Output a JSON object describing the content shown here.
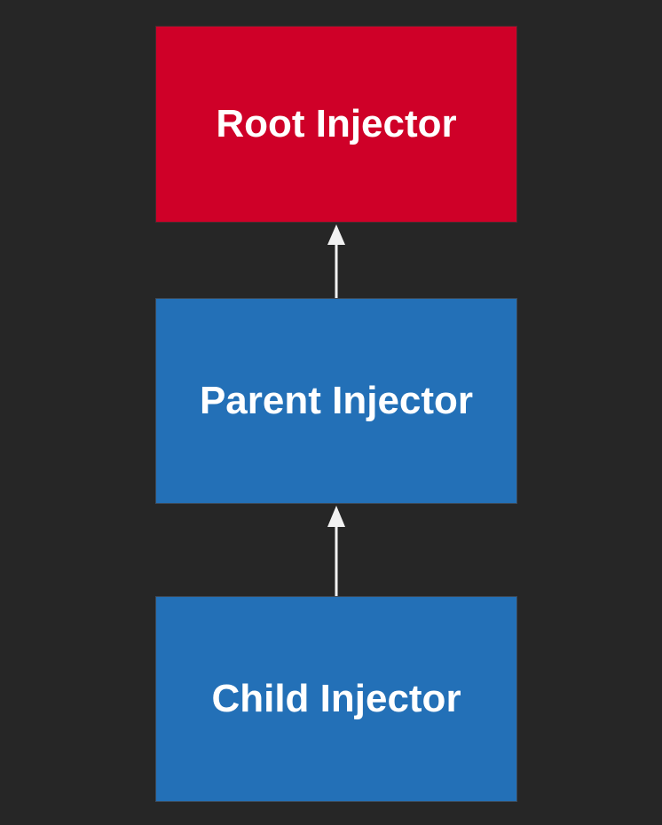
{
  "colors": {
    "background": "#262626",
    "root_fill": "#cf0028",
    "injector_fill": "#2370b7",
    "arrow": "#f2f2f2",
    "text": "#ffffff"
  },
  "nodes": {
    "root": {
      "label": "Root Injector"
    },
    "parent": {
      "label": "Parent Injector"
    },
    "child": {
      "label": "Child Injector"
    }
  },
  "edges": [
    {
      "from": "child",
      "to": "parent"
    },
    {
      "from": "parent",
      "to": "root"
    }
  ]
}
